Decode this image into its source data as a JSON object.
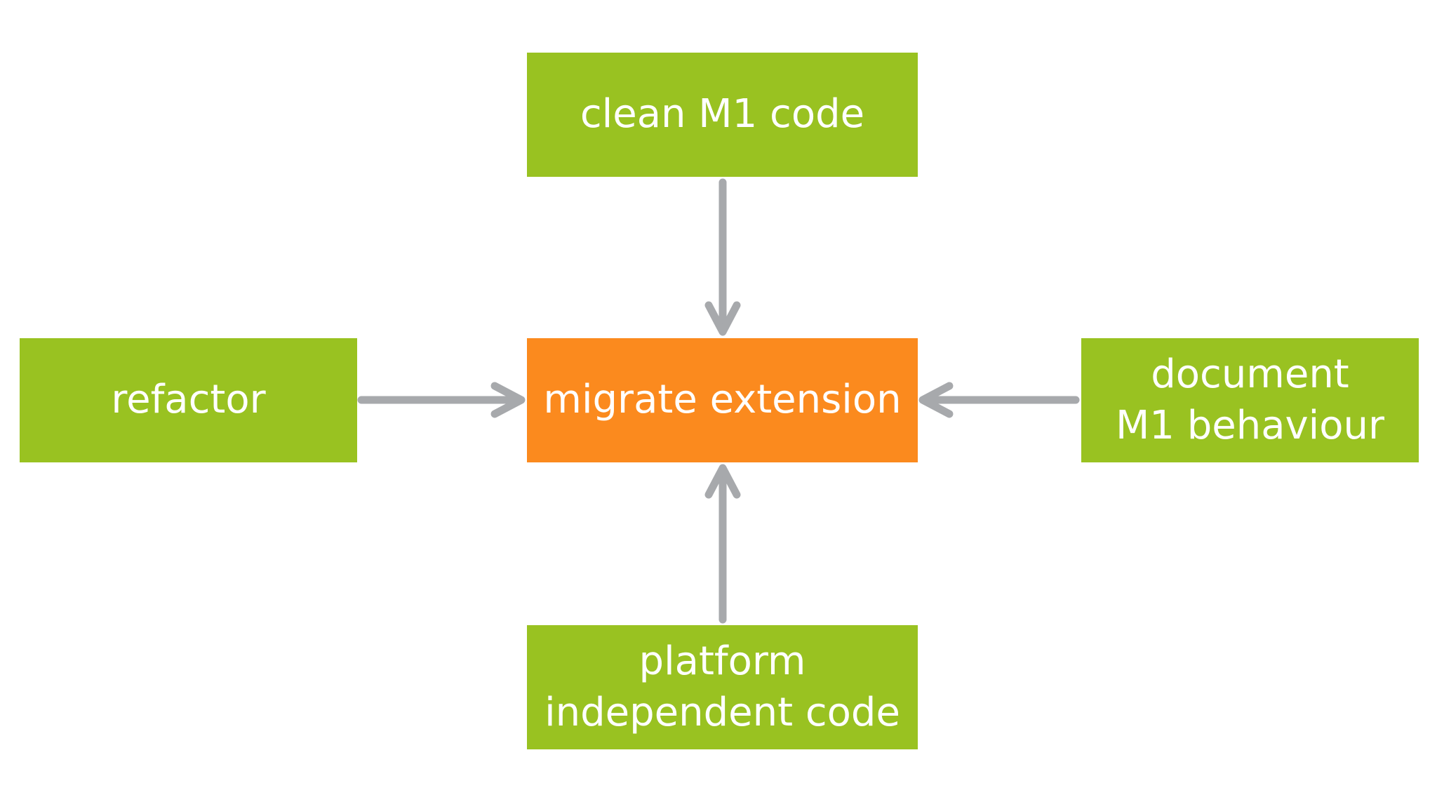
{
  "colors": {
    "green": "#99c221",
    "orange": "#fb8a1e",
    "arrow": "#a7a9ac",
    "text": "#ffffff"
  },
  "nodes": {
    "top": {
      "lines": [
        "clean M1 code"
      ]
    },
    "center": {
      "lines": [
        "migrate extension"
      ]
    },
    "left": {
      "lines": [
        "refactor"
      ]
    },
    "right": {
      "lines": [
        "document",
        "M1 behaviour"
      ]
    },
    "bottom": {
      "lines": [
        "platform",
        "independent code"
      ]
    }
  },
  "edges": [
    {
      "from": "top",
      "to": "center"
    },
    {
      "from": "left",
      "to": "center"
    },
    {
      "from": "right",
      "to": "center"
    },
    {
      "from": "bottom",
      "to": "center"
    }
  ]
}
